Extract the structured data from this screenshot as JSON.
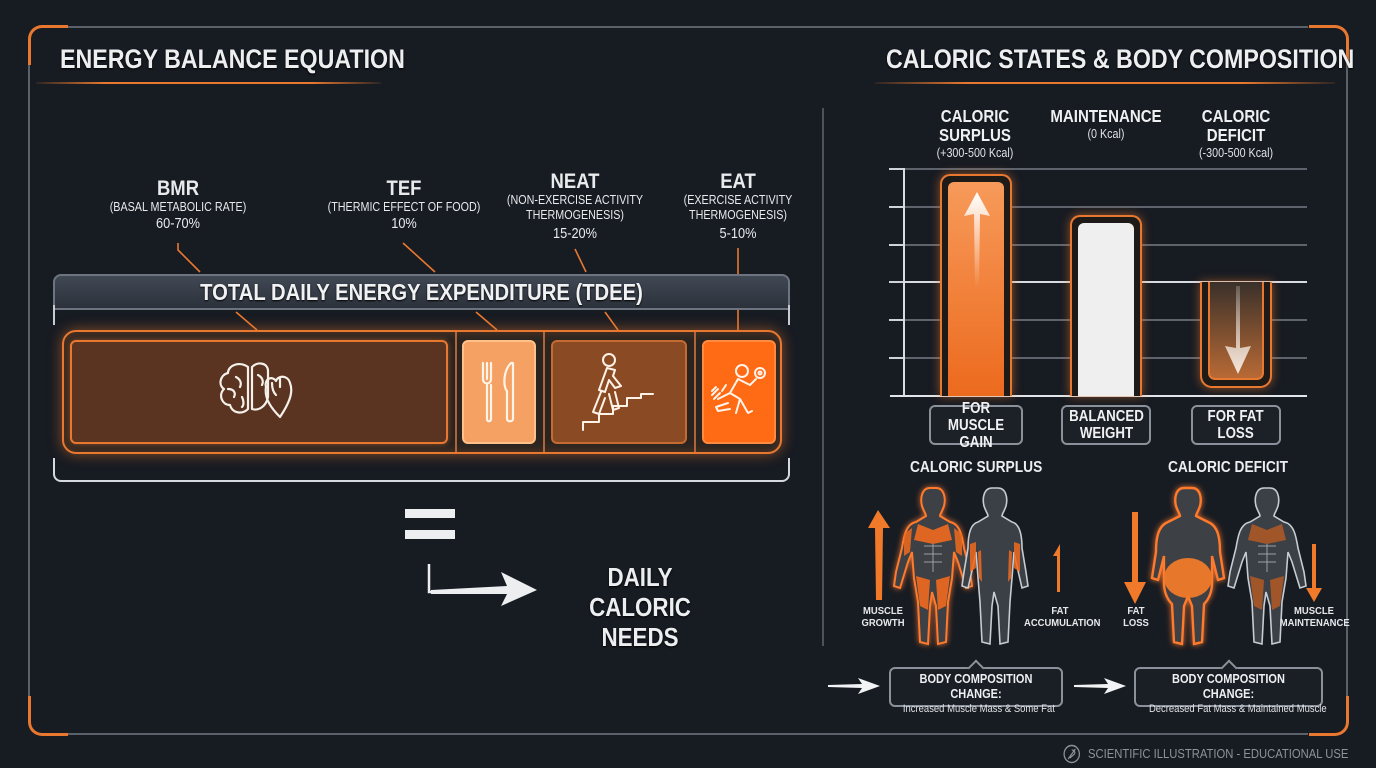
{
  "left_panel": {
    "title": "ENERGY BALANCE EQUATION",
    "components": [
      {
        "id": "bmr",
        "name": "BMR",
        "description": "(BASAL METABOLIC RATE)",
        "percent": "60-70%",
        "icon": "brain-heart-icon",
        "color": "#6b3a1f"
      },
      {
        "id": "tef",
        "name": "TEF",
        "description": "(THERMIC EFFECT OF FOOD)",
        "percent": "10%",
        "icon": "fork-knife-icon",
        "color": "#f4a163"
      },
      {
        "id": "neat",
        "name": "NEAT",
        "description_line1": "(NON-EXERCISE ACTIVITY",
        "description_line2": "THERMOGENESIS)",
        "percent": "15-20%",
        "icon": "stairs-walking-icon",
        "color": "#8a4a24"
      },
      {
        "id": "eat",
        "name": "EAT",
        "description_line1": "(EXERCISE ACTIVITY",
        "description_line2": "THERMOGENESIS)",
        "percent": "5-10%",
        "icon": "running-exercise-icon",
        "color": "#ff6a14"
      }
    ],
    "tdee_label": "TOTAL DAILY ENERGY EXPENDITURE (TDEE)",
    "equals_symbol": "=",
    "result_line1": "DAILY CALORIC",
    "result_line2": "NEEDS"
  },
  "right_panel": {
    "title": "CALORIC STATES & BODY COMPOSITION",
    "states": [
      {
        "name_line1": "CALORIC",
        "name_line2": "SURPLUS",
        "value": "(+300-500 Kcal)",
        "category_line1": "FOR MUSCLE",
        "category_line2": "GAIN"
      },
      {
        "name_line1": "MAINTENANCE",
        "name_line2": "",
        "value": "(0 Kcal)",
        "category_line1": "BALANCED",
        "category_line2": "WEIGHT"
      },
      {
        "name_line1": "CALORIC",
        "name_line2": "DEFICIT",
        "value": "(-300-500 Kcal)",
        "category_line1": "FOR FAT",
        "category_line2": "LOSS"
      }
    ],
    "surplus_section": {
      "title": "CALORIC SURPLUS",
      "left_label_1": "MUSCLE",
      "left_label_2": "GROWTH",
      "right_label_1": "FAT",
      "right_label_2": "ACCUMULATION",
      "change_title": "BODY COMPOSITION CHANGE:",
      "change_desc": "Increased Muscle Mass & Some Fat"
    },
    "deficit_section": {
      "title": "CALORIC DEFICIT",
      "left_label_1": "FAT",
      "left_label_2": "LOSS",
      "right_label_1": "MUSCLE",
      "right_label_2": "MAINTENANCE",
      "change_title": "BODY COMPOSITION CHANGE:",
      "change_desc": "Decreased Fat Mass & Maintained Muscle"
    }
  },
  "footer": {
    "icon": "compass-quill-icon",
    "text": "SCIENTIFIC ILLUSTRATION - EDUCATIONAL USE"
  },
  "colors": {
    "accent": "#e8782f",
    "background": "#171b22",
    "frame": "#5a616b",
    "text": "#eceef0"
  },
  "chart_data": {
    "type": "bar",
    "title": "CALORIC STATES & BODY COMPOSITION",
    "categories": [
      "Caloric Surplus",
      "Maintenance",
      "Caloric Deficit"
    ],
    "values": [
      400,
      0,
      -400
    ],
    "value_labels": [
      "(+300-500 Kcal)",
      "(0 Kcal)",
      "(-300-500 Kcal)"
    ],
    "relative_bar_levels": [
      6,
      4.6,
      -1.9
    ],
    "bar_tags": [
      "FOR MUSCLE GAIN",
      "BALANCED WEIGHT",
      "FOR FAT LOSS"
    ],
    "xlabel": "",
    "ylabel": "",
    "grid": true,
    "gridlines": 7,
    "baseline_gridline_index": 3
  }
}
